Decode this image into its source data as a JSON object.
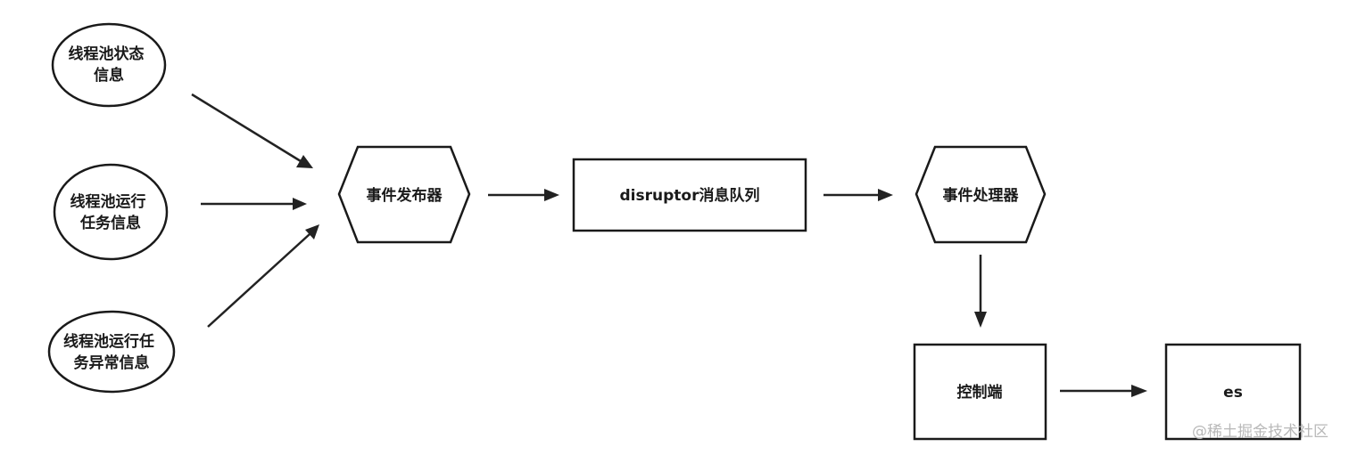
{
  "nodes": {
    "pool_status": {
      "lines": [
        "线程池状态",
        "信息"
      ]
    },
    "pool_task": {
      "lines": [
        "线程池运行",
        "任务信息"
      ]
    },
    "pool_exception": {
      "lines": [
        "线程池运行任",
        "务异常信息"
      ]
    },
    "publisher": {
      "label": "事件发布器"
    },
    "queue": {
      "label": "disruptor消息队列"
    },
    "handler": {
      "label": "事件处理器"
    },
    "console": {
      "label": "控制端"
    },
    "es": {
      "label": "es"
    }
  },
  "watermark": "@稀土掘金技术社区",
  "colors": {
    "stroke": "#1a1a1a",
    "text": "#1a1a1a",
    "watermark": "#b8b8b8"
  }
}
